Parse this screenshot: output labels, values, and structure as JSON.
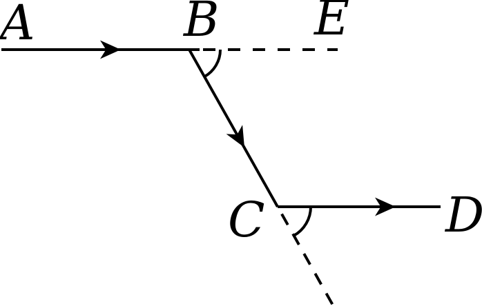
{
  "figure": {
    "background_color": "#ffffff",
    "line_color": "#000000",
    "points": {
      "A": "A",
      "B": "B",
      "C": "C",
      "D": "D",
      "E": "E"
    }
  }
}
